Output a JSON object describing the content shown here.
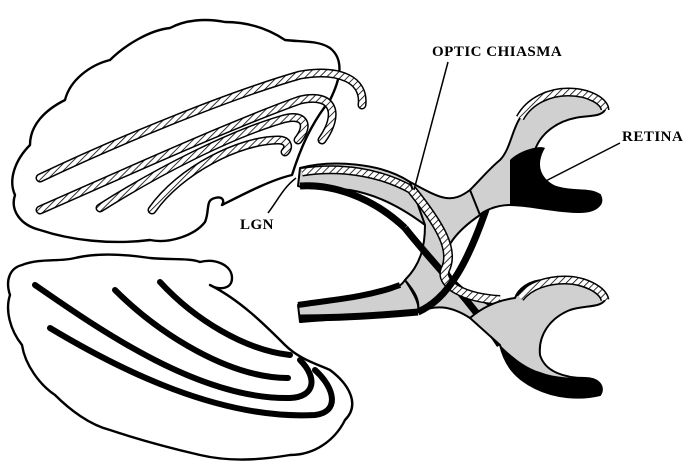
{
  "labels": {
    "optic_chiasma": "OPTIC CHIASMA",
    "retina": "RETINA",
    "lgn": "LGN"
  },
  "colors": {
    "line": "#000000",
    "tract_fill": "#d0d0d0",
    "background": "#ffffff"
  }
}
